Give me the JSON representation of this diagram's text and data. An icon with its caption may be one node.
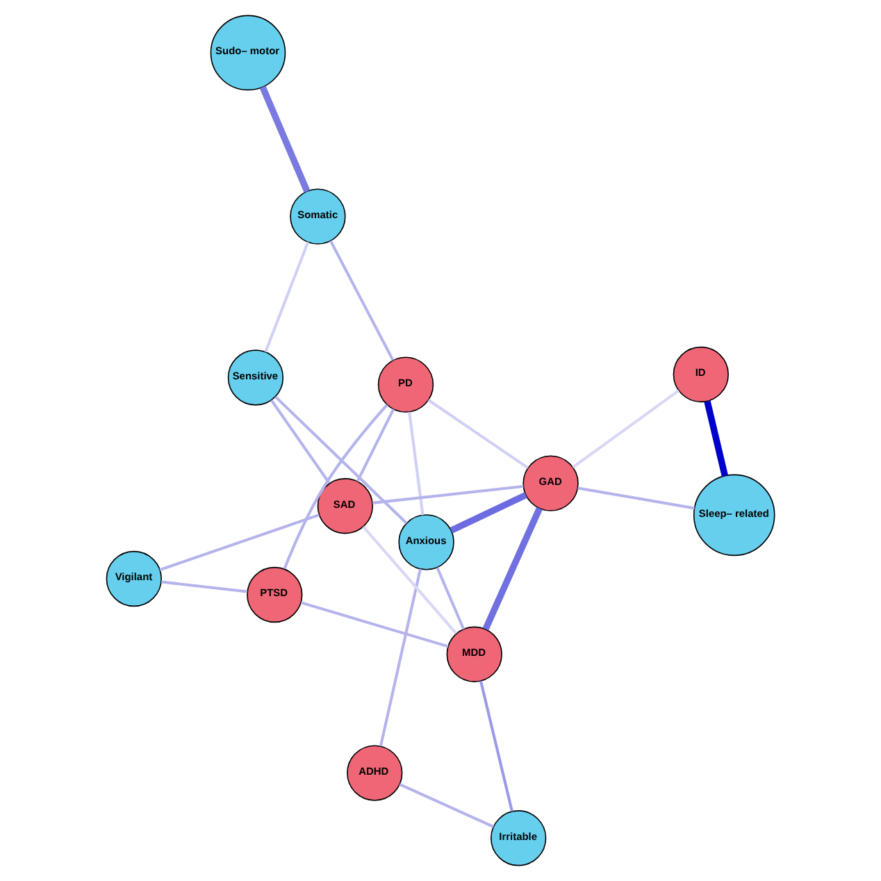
{
  "diagram": {
    "nodes": [
      {
        "text": [
          "Sudo– motor"
        ]
      },
      {
        "text": [
          "Somatic"
        ]
      },
      {
        "text": [
          "Irritable"
        ]
      },
      {
        "text": [
          "Sensitive"
        ]
      },
      {
        "text": [
          "PD"
        ]
      },
      {
        "text": [
          "PTSD"
        ]
      },
      {
        "text": [
          "ADHD"
        ]
      },
      {
        "text": [
          "MDD"
        ]
      },
      {
        "text": [
          "Vigilant"
        ]
      },
      {
        "text": [
          "Anxious"
        ]
      },
      {
        "text": [
          "SAD"
        ]
      },
      {
        "text": [
          "GAD"
        ]
      },
      {
        "text": [
          "Sleep– related"
        ]
      },
      {
        "text": [
          "ID"
        ]
      }
    ],
    "edges": [
      {
        "from": 0,
        "to": 1,
        "arrow": "none",
        "style": "thick",
        "color": "#7a7ae0"
      },
      {
        "from": 1,
        "to": 3,
        "arrow": "none",
        "color": "#d0d0f4"
      },
      {
        "from": 1,
        "to": 4,
        "arrow": "none"
      },
      {
        "from": 2,
        "to": 7,
        "arrow": "none",
        "color": "#9a9ae8"
      },
      {
        "from": 2,
        "to": 6,
        "arrow": "none"
      },
      {
        "from": 6,
        "to": 9,
        "arrow": "none"
      },
      {
        "from": 3,
        "to": 9,
        "arrow": "none"
      },
      {
        "from": 3,
        "to": 10,
        "arrow": "none"
      },
      {
        "from": 4,
        "to": 5,
        "arrow": "none"
      },
      {
        "from": 4,
        "to": 9,
        "arrow": "none",
        "color": "#d0d0f4"
      },
      {
        "from": 4,
        "to": 10,
        "arrow": "none"
      },
      {
        "from": 4,
        "to": 11,
        "arrow": "none",
        "color": "#d0d0f4"
      },
      {
        "from": 5,
        "to": 7,
        "arrow": "none"
      },
      {
        "from": 5,
        "to": 8,
        "arrow": "none"
      },
      {
        "from": 8,
        "to": 10,
        "arrow": "none"
      },
      {
        "from": 7,
        "to": 11,
        "arrow": "none",
        "style": "thick",
        "color": "#7070e0"
      },
      {
        "from": 7,
        "to": 10,
        "arrow": "none",
        "color": "#d8d8f6"
      },
      {
        "from": 7,
        "to": 9,
        "arrow": "none"
      },
      {
        "from": 9,
        "to": 11,
        "arrow": "none",
        "style": "thick",
        "color": "#6c6ce0"
      },
      {
        "from": 11,
        "to": 10,
        "arrow": "none"
      },
      {
        "from": 11,
        "to": 12,
        "arrow": "none"
      },
      {
        "from": 11,
        "to": 13,
        "arrow": "none",
        "color": "#d8d8f6"
      },
      {
        "from": 12,
        "to": 13,
        "arrow": "none",
        "style": "thick",
        "color": "#0000cc"
      }
    ]
  }
}
